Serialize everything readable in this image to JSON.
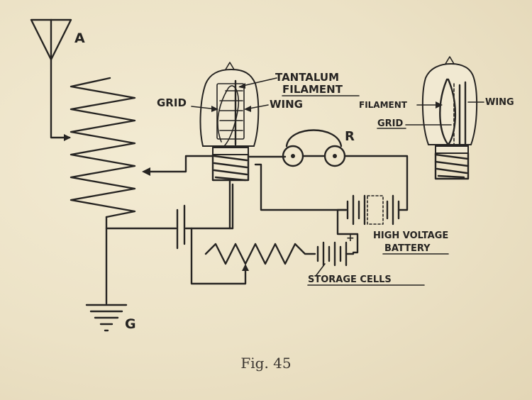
{
  "labels": {
    "antenna": "A",
    "ground": "G",
    "receiver": "R",
    "tantalum": "TANTALUM",
    "filament": "FILAMENT",
    "grid": "GRID",
    "wing": "WING",
    "filament_right": "FILAMENT",
    "grid_right": "GRID",
    "wing_right": "WING",
    "high_voltage": "HIGH VOLTAGE",
    "battery": "BATTERY",
    "storage_cells": "STORAGE CELLS",
    "plus_sign": "+"
  },
  "caption": "Fig. 45"
}
